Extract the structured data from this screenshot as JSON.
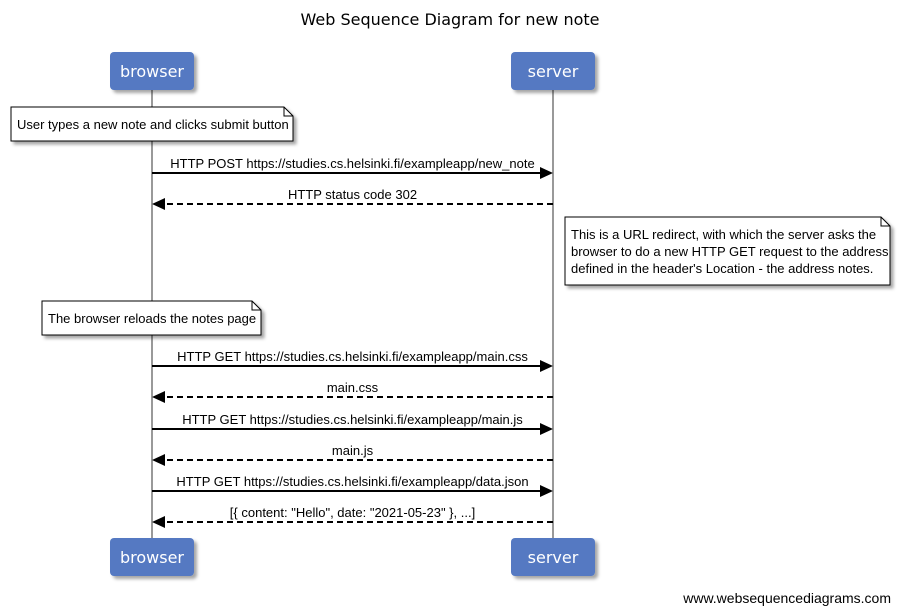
{
  "title": "Web Sequence Diagram for new note",
  "watermark": "www.websequencediagrams.com",
  "colors": {
    "actor_fill": "#5479c2",
    "actor_text": "#ffffff",
    "line": "#000000",
    "lifeline": "#999999",
    "note_fill": "#ffffff"
  },
  "participants": [
    {
      "id": "browser",
      "label": "browser"
    },
    {
      "id": "server",
      "label": "server"
    }
  ],
  "sequence": [
    {
      "kind": "note",
      "over": "browser",
      "lines": [
        "User types a new note and clicks submit button"
      ]
    },
    {
      "kind": "message",
      "from": "browser",
      "to": "server",
      "style": "solid",
      "label": "HTTP POST https://studies.cs.helsinki.fi/exampleapp/new_note"
    },
    {
      "kind": "message",
      "from": "server",
      "to": "browser",
      "style": "dashed",
      "label": "HTTP status code 302"
    },
    {
      "kind": "note",
      "over": "server",
      "lines": [
        "This is a URL redirect, with which the server asks the",
        "browser to do a new HTTP GET request to the address",
        "defined in the header's Location - the address notes."
      ]
    },
    {
      "kind": "note",
      "over": "browser",
      "lines": [
        "The browser reloads the notes page"
      ]
    },
    {
      "kind": "message",
      "from": "browser",
      "to": "server",
      "style": "solid",
      "label": "HTTP GET https://studies.cs.helsinki.fi/exampleapp/main.css"
    },
    {
      "kind": "message",
      "from": "server",
      "to": "browser",
      "style": "dashed",
      "label": "main.css"
    },
    {
      "kind": "message",
      "from": "browser",
      "to": "server",
      "style": "solid",
      "label": "HTTP GET https://studies.cs.helsinki.fi/exampleapp/main.js"
    },
    {
      "kind": "message",
      "from": "server",
      "to": "browser",
      "style": "dashed",
      "label": "main.js"
    },
    {
      "kind": "message",
      "from": "browser",
      "to": "server",
      "style": "solid",
      "label": "HTTP GET https://studies.cs.helsinki.fi/exampleapp/data.json"
    },
    {
      "kind": "message",
      "from": "server",
      "to": "browser",
      "style": "dashed",
      "label": "[{ content: \"Hello\", date: \"2021-05-23\" }, ...]"
    }
  ]
}
